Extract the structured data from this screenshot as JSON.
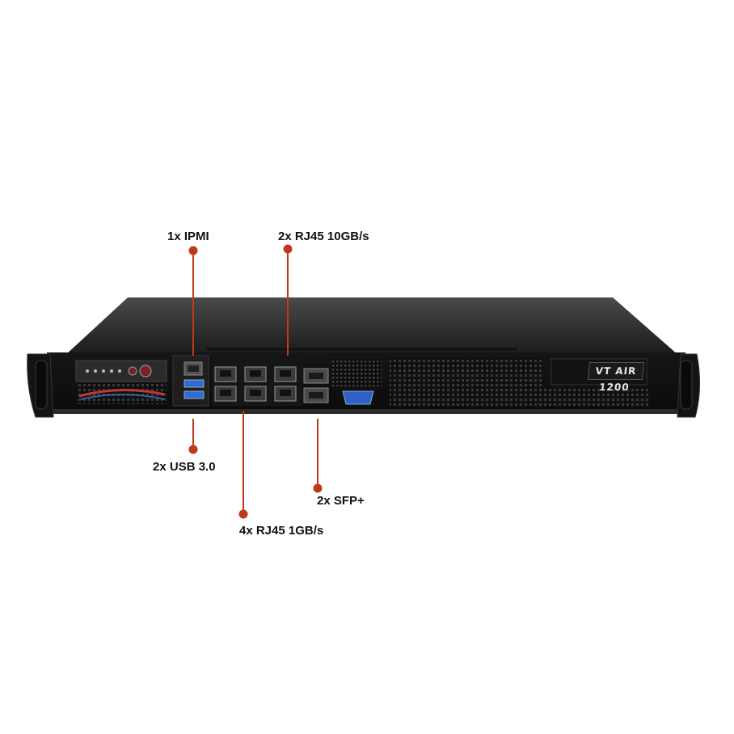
{
  "photo": {
    "subject": "1U rack server front panel",
    "nameplate": "VT AIR 1200"
  },
  "callouts": {
    "ipmi": "1x IPMI",
    "rj45_10g": "2x RJ45 10GB/s",
    "usb": "2x USB 3.0",
    "sfp": "2x SFP+",
    "rj45_1g": "4x RJ45 1GB/s"
  },
  "colors": {
    "callout_line": "#c0391b",
    "chassis": "#1c1c1c",
    "background": "#ffffff"
  }
}
